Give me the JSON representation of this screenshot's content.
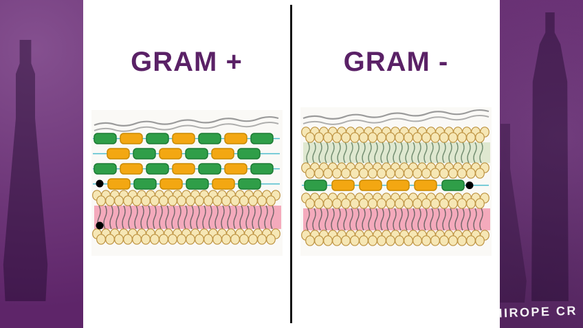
{
  "titles": {
    "left": "GRAM +",
    "right": "GRAM -"
  },
  "watermark": "OMIROPE CR",
  "colors": {
    "background": "#5e2569",
    "panel": "#ffffff",
    "divider": "#141414",
    "title": "#5a2166",
    "brick_green": "#2f9e48",
    "brick_green_dark": "#1c7a33",
    "brick_orange": "#f3a712",
    "brick_orange_dark": "#c98a00",
    "head_fill": "#f6e7b5",
    "head_stroke": "#bd9240",
    "pink_band": "#f4aabc",
    "tail_dark": "#5a5a5a",
    "outer_tail_band": "#dfe8d0",
    "outer_tail_line": "#5f7d5f",
    "teal_line": "#3ab6c9",
    "wavy_gray": "#9b9b9b",
    "dot": "#000000",
    "watermark_color": "#ffffff",
    "diagram_bg": "#faf9f6"
  },
  "left_diagram": {
    "brick_rows": [
      [
        "green",
        "orange",
        "green",
        "orange",
        "green",
        "orange",
        "green"
      ],
      [
        "orange",
        "green",
        "orange",
        "green",
        "orange",
        "green"
      ],
      [
        "green",
        "orange",
        "green",
        "orange",
        "green",
        "orange",
        "green"
      ],
      [
        "orange",
        "green",
        "orange",
        "green",
        "orange",
        "green"
      ]
    ],
    "dot_count": 2
  },
  "right_diagram": {
    "brick_row": [
      "green",
      "orange",
      "orange",
      "orange",
      "orange",
      "green"
    ],
    "dot_count": 1
  }
}
